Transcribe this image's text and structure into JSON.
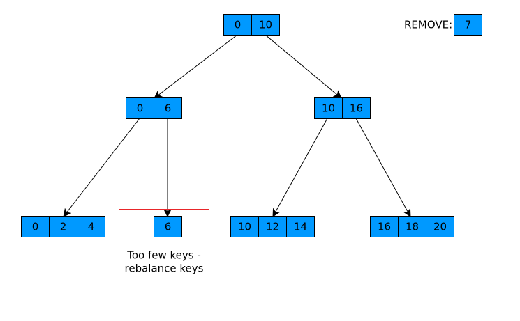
{
  "operation": {
    "label": "REMOVE:",
    "key": "7"
  },
  "tree": {
    "root": [
      "0",
      "10"
    ],
    "level1": {
      "left": [
        "0",
        "6"
      ],
      "right": [
        "10",
        "16"
      ]
    },
    "leaves": {
      "leaf_a": [
        "0",
        "2",
        "4"
      ],
      "leaf_b": [
        "6"
      ],
      "leaf_c": [
        "10",
        "12",
        "14"
      ],
      "leaf_d": [
        "16",
        "18",
        "20"
      ]
    }
  },
  "note": {
    "line1": "Too few keys -",
    "line2": "rebalance keys"
  },
  "colors": {
    "node_fill": "#0099ff",
    "note_border": "#e8262a"
  }
}
